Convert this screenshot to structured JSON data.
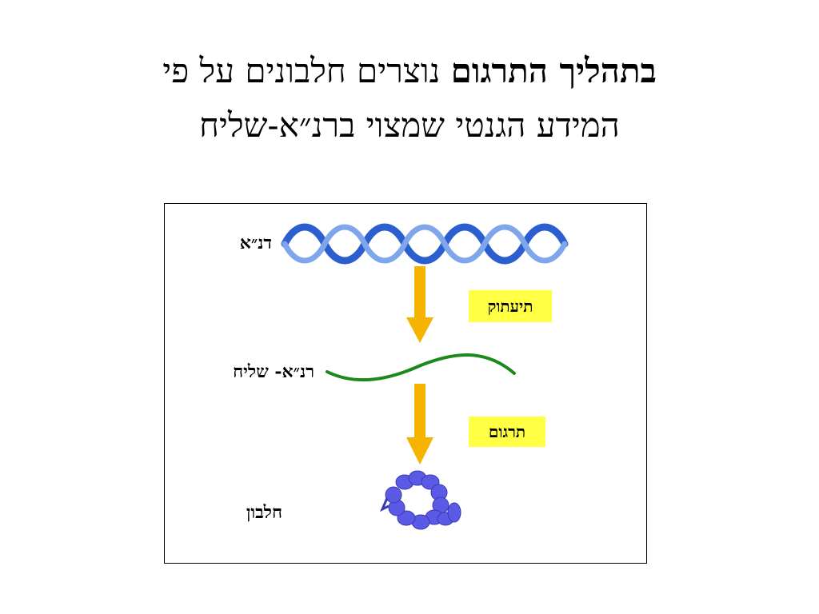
{
  "title": {
    "line1_bold": "בתהליך התרגום",
    "line1_rest": " נוצרים חלבונים על פי",
    "line2": "המידע הגנטי שמצוי ברנ״א-שליח"
  },
  "diagram": {
    "labels": {
      "dna": "דנ״א",
      "mrna": "רנ״א- שליח",
      "protein": "חלבון"
    },
    "steps": {
      "transcription": "תיעתוק",
      "translation": "תרגום"
    }
  },
  "colors": {
    "dna_strand": "#2b5fd0",
    "mrna_strand": "#1a8a1a",
    "arrow": "#f4b400",
    "step_box": "#ffff44",
    "protein_bead": "#5a5ae6"
  }
}
